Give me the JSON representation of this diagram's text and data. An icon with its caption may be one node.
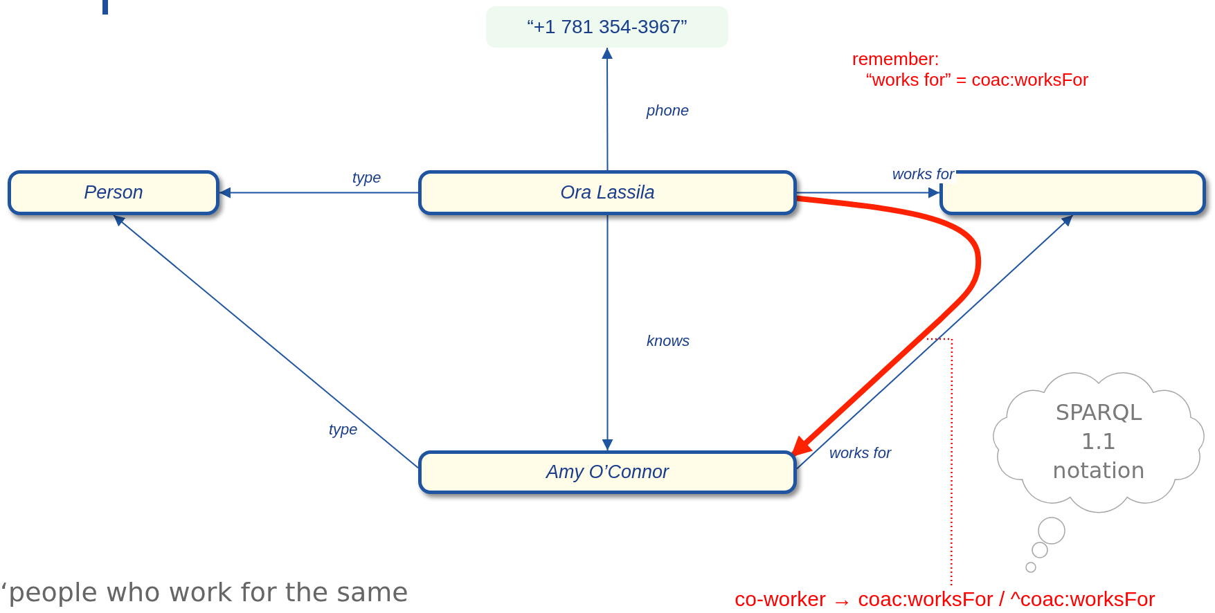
{
  "diagram": {
    "nodes": [
      {
        "text": [
          "“+1 781 354-3967”"
        ]
      },
      {
        "text": [
          "Person"
        ]
      },
      {
        "text": [
          "Ora Lassila"
        ]
      },
      {
        "text": [],
        "shape": "box"
      },
      {
        "text": [
          "Amy O’Connor"
        ]
      },
      {
        "text": [
          "SPARQL 1.1 notation"
        ]
      },
      {
        "text": [
          "co-worker → coac:worksFor / ^coac:worksFor"
        ]
      }
    ],
    "edges": [
      {
        "from": 2,
        "to": 0,
        "arrow": "to",
        "label": "phone"
      },
      {
        "from": 2,
        "to": 1,
        "arrow": "to",
        "label": "type"
      },
      {
        "from": 2,
        "to": 3,
        "arrow": "to",
        "label": "works for"
      },
      {
        "from": 2,
        "to": 4,
        "arrow": "to",
        "label": "knows"
      },
      {
        "from": 4,
        "to": 1,
        "arrow": "to",
        "label": "type"
      },
      {
        "from": 4,
        "to": 3,
        "arrow": "to",
        "label": "works for"
      },
      {
        "from": 2,
        "to": 4,
        "arrow": "to",
        "style": "thick",
        "color": "#ff2200"
      },
      {
        "from": 6,
        "to": null,
        "arrow": "none",
        "style": "dashed",
        "color": "#ff0000"
      }
    ],
    "labels": [
      "remember:",
      "“works for” = coac:worksFor",
      "‘people who work for the same"
    ]
  }
}
